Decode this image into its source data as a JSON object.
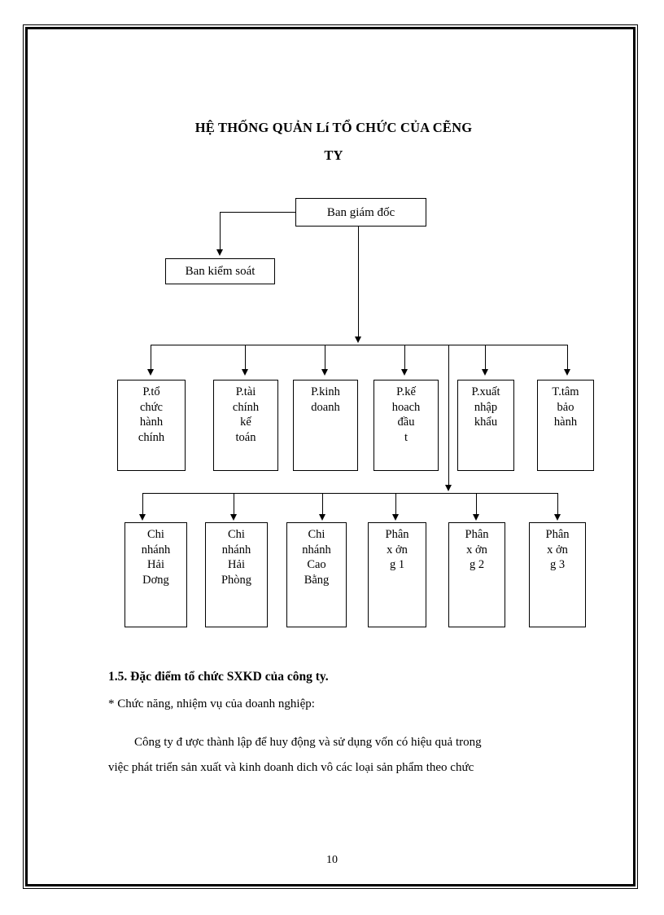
{
  "page": {
    "title_line1": "HỆ THỐNG QUẢN Lí TỔ CHỨC CỦA CẼNG",
    "title_line2": "TY",
    "page_number": "10",
    "border_color": "#000000"
  },
  "diagram": {
    "leadership": [
      {
        "id": "ban-giam-doc",
        "label": "Ban giám đốc"
      },
      {
        "id": "ban-kiem-soat",
        "label": "Ban kiểm soát"
      }
    ],
    "departments": [
      {
        "id": "p-to-chuc-hanh-chinh",
        "label": "P.tổ\nchức\nhành\nchính"
      },
      {
        "id": "p-tai-chinh-ke-toan",
        "label": "P.tài\nchính\nkế\ntoán"
      },
      {
        "id": "p-kinh-doanh",
        "label": "P.kinh\ndoanh"
      },
      {
        "id": "p-ke-hoach-dau-t",
        "label": "P.kế\nhoach\nđầu\nt"
      },
      {
        "id": "p-xuat-nhap-khau",
        "label": "P.xuất\nnhập\nkhẩu"
      },
      {
        "id": "t-tam-bao-hanh",
        "label": "T.tâm\nbảo\nhành"
      }
    ],
    "units": [
      {
        "id": "chi-nhanh-hai-dong",
        "label": "Chi\nnhánh\nHải\nDơng"
      },
      {
        "id": "chi-nhanh-hai-phong",
        "label": "Chi\nnhánh\nHải\nPhòng"
      },
      {
        "id": "chi-nhanh-cao-bang",
        "label": "Chi\nnhánh\nCao\nBằng"
      },
      {
        "id": "phan-xuong-1",
        "label": "Phân\nx     ởn\ng 1"
      },
      {
        "id": "phan-xuong-2",
        "label": "Phân\nx    ởn\ng 2"
      },
      {
        "id": "phan-xuong-3",
        "label": "Phân\nx    ởn\ng 3"
      }
    ]
  },
  "body": {
    "heading": "1.5. Đặc điểm tổ chức SXKD của công ty.",
    "subline": "* Chức năng, nhiệm vụ của doanh nghiệp:",
    "paragraph_line1": "Công ty đ   ược thành lập để huy động và sử dụng vốn có hiệu  quả trong",
    "paragraph_line2": "việc phát triển sản xuất và kinh  doanh dich vô các loại  sản phẩm theo chức"
  }
}
